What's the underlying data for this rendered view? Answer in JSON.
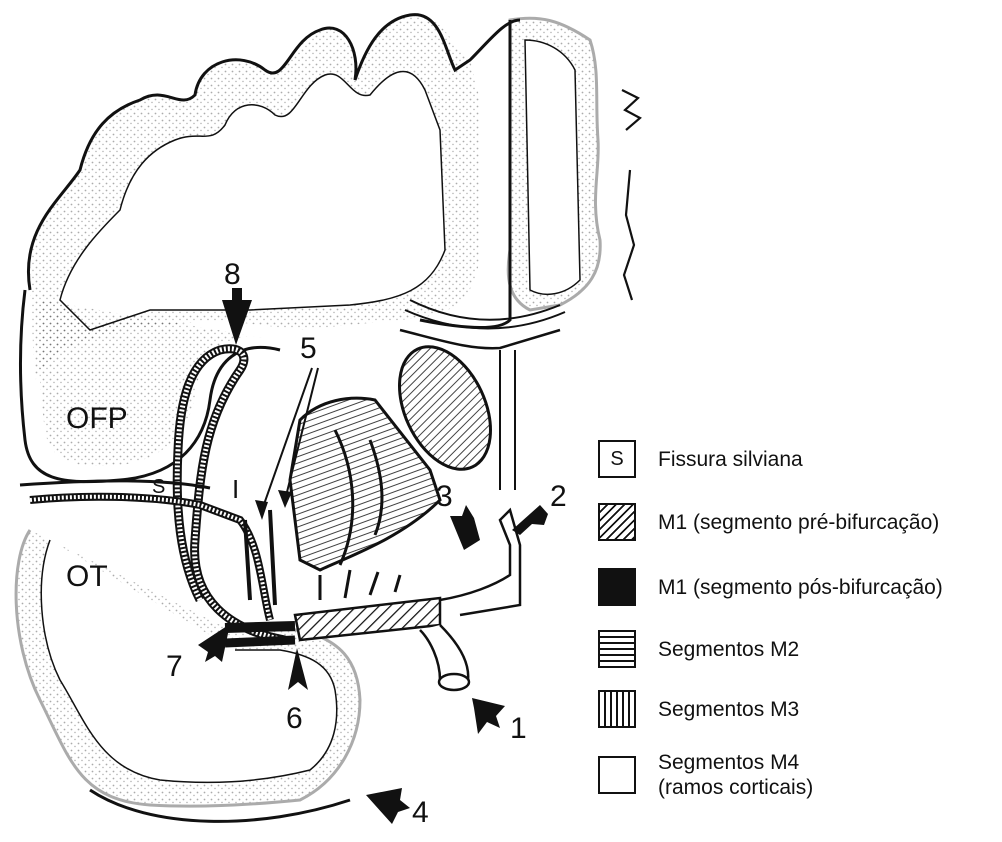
{
  "labels": {
    "ofp": "OFP",
    "ot": "OT",
    "s": "S",
    "one_letter": "I"
  },
  "arrows": {
    "n1": "1",
    "n2": "2",
    "n3": "3",
    "n4": "4",
    "n5": "5",
    "n6": "6",
    "n7": "7",
    "n8": "8"
  },
  "legend": {
    "items": [
      {
        "swatch_text": "S",
        "text": "Fissura silviana"
      },
      {
        "swatch_text": "",
        "text": "M1 (segmento pré-bifurcação)"
      },
      {
        "swatch_text": "",
        "text": "M1 (segmento pós-bifurcação)"
      },
      {
        "swatch_text": "",
        "text": "Segmentos M2"
      },
      {
        "swatch_text": "",
        "text": "Segmentos M3"
      },
      {
        "swatch_text": "",
        "text": "Segmentos M4",
        "text2": "(ramos corticais)"
      }
    ]
  },
  "colors": {
    "ink": "#111111",
    "background": "#ffffff"
  }
}
